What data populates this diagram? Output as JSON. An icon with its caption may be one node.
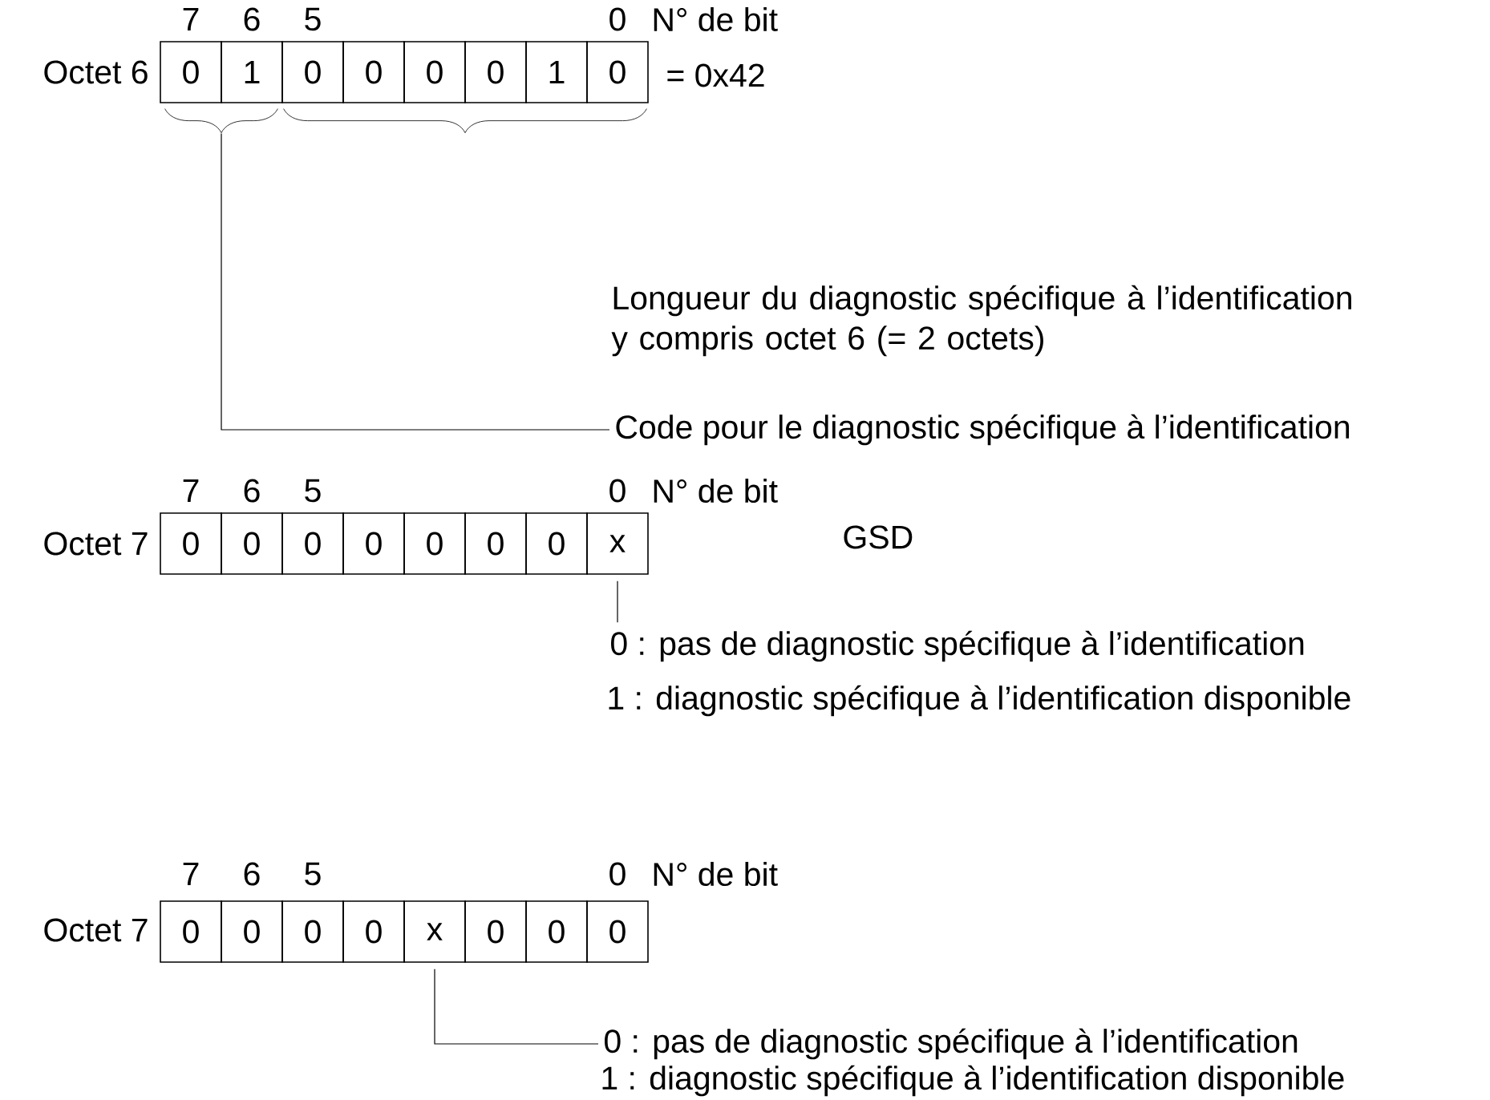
{
  "diagram": {
    "nodes": [
      {
        "text": [
          "0"
        ]
      },
      {
        "text": [
          "1"
        ]
      },
      {
        "text": [
          "0"
        ]
      },
      {
        "text": [
          "0"
        ]
      },
      {
        "text": [
          "0"
        ]
      },
      {
        "text": [
          "0"
        ]
      },
      {
        "text": [
          "1"
        ]
      },
      {
        "text": [
          "0"
        ]
      },
      {
        "text": [],
        "shape": "brace"
      },
      {
        "text": [],
        "shape": "brace"
      },
      {
        "text": [
          "Code pour le diagnostic spécifique à l’identification"
        ]
      },
      {
        "text": [
          "0"
        ]
      },
      {
        "text": [
          "0"
        ]
      },
      {
        "text": [
          "0"
        ]
      },
      {
        "text": [
          "0"
        ]
      },
      {
        "text": [
          "0"
        ]
      },
      {
        "text": [
          "0"
        ]
      },
      {
        "text": [
          "0"
        ]
      },
      {
        "text": [
          "x"
        ]
      },
      {
        "text": [
          "0 : pas de diagnostic spécifique à l’identification"
        ]
      },
      {
        "text": [
          "0"
        ]
      },
      {
        "text": [
          "0"
        ]
      },
      {
        "text": [
          "0"
        ]
      },
      {
        "text": [
          "0"
        ]
      },
      {
        "text": [
          "x"
        ]
      },
      {
        "text": [
          "0"
        ]
      },
      {
        "text": [
          "0"
        ]
      },
      {
        "text": [
          "0"
        ]
      },
      {
        "text": [
          "0 : pas de diagnostic spécifique à l’identification"
        ]
      }
    ],
    "edges": [
      {
        "from": 10,
        "to": 8,
        "arrow": "none"
      },
      {
        "from": 19,
        "to": 18,
        "arrow": "none"
      },
      {
        "from": 28,
        "to": 24,
        "arrow": "none"
      }
    ],
    "labels": [
      "7",
      "6",
      "5",
      "0",
      "N° de bit",
      "Octet 6",
      "= 0x42",
      "Longueur du diagnostic spécifique à l’identification y compris octet 6 (= 2 octets)",
      "7",
      "6",
      "5",
      "0",
      "N° de bit",
      "Octet 7",
      "GSD",
      "1 : diagnostic spécifique à l’identification disponible",
      "7",
      "6",
      "5",
      "0",
      "N° de bit",
      "Octet 7",
      "1 : diagnostic spécifique à l’identification disponible"
    ]
  }
}
